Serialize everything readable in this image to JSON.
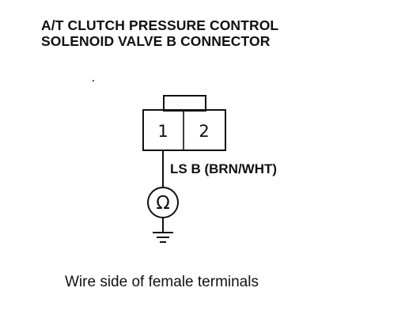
{
  "title": {
    "line1": "A/T CLUTCH PRESSURE CONTROL",
    "line2": "SOLENOID VALVE B CONNECTOR"
  },
  "connector": {
    "pins": [
      "1",
      "2"
    ]
  },
  "wire": {
    "label": "LS B (BRN/WHT)"
  },
  "meter": {
    "symbol": "Ω",
    "icon": "ohmmeter-icon"
  },
  "ground": {
    "icon": "ground-icon"
  },
  "caption": "Wire side of female terminals"
}
